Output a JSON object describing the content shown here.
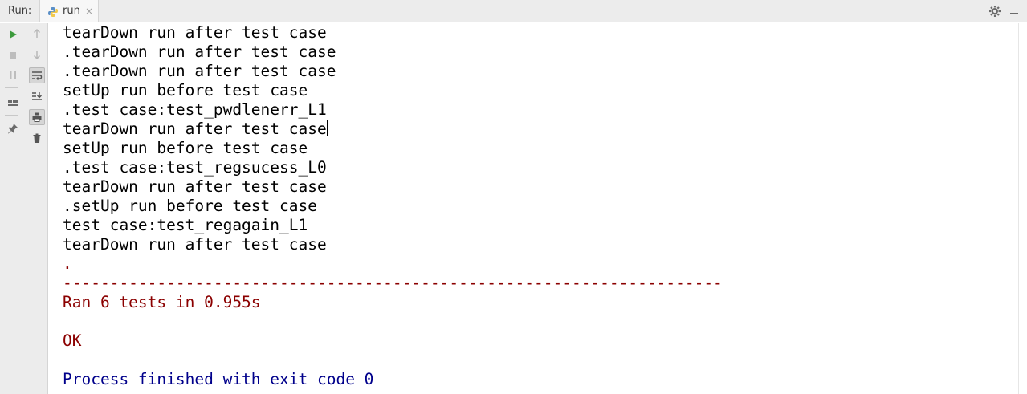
{
  "header": {
    "run_label": "Run:",
    "tab_label": "run",
    "tab_close": "×"
  },
  "console": {
    "lines": [
      {
        "text": "tearDown run after test case",
        "style": "normal"
      },
      {
        "text": ".tearDown run after test case",
        "style": "normal"
      },
      {
        "text": ".tearDown run after test case",
        "style": "normal"
      },
      {
        "text": "setUp run before test case",
        "style": "normal"
      },
      {
        "text": ".test case:test_pwdlenerr_L1",
        "style": "normal"
      },
      {
        "text": "tearDown run after test case",
        "style": "normal",
        "caret": true
      },
      {
        "text": "setUp run before test case",
        "style": "normal"
      },
      {
        "text": ".test case:test_regsucess_L0",
        "style": "normal"
      },
      {
        "text": "tearDown run after test case",
        "style": "normal"
      },
      {
        "text": ".setUp run before test case",
        "style": "normal"
      },
      {
        "text": "test case:test_regagain_L1",
        "style": "normal"
      },
      {
        "text": "tearDown run after test case",
        "style": "normal"
      },
      {
        "text": ".",
        "style": "red"
      },
      {
        "text": "----------------------------------------------------------------------",
        "style": "red"
      },
      {
        "text": "Ran 6 tests in 0.955s",
        "style": "red"
      },
      {
        "text": "",
        "style": "red"
      },
      {
        "text": "OK",
        "style": "red"
      },
      {
        "text": "",
        "style": "normal"
      },
      {
        "text": "Process finished with exit code 0",
        "style": "blue"
      }
    ]
  },
  "icons": {
    "rerun": "play-icon",
    "stop": "stop-icon",
    "pause": "pause-icon",
    "layout": "layout-icon",
    "pin": "pin-icon",
    "up": "arrow-up-icon",
    "down": "arrow-down-icon",
    "wrap": "soft-wrap-icon",
    "scroll_end": "scroll-to-end-icon",
    "print": "print-icon",
    "clear": "trash-icon",
    "settings": "gear-icon",
    "hide": "minimize-icon"
  },
  "colors": {
    "normal_text": "#000000",
    "error_text": "#8b0000",
    "system_text": "#00008b",
    "run_green": "#3c9a3c"
  }
}
